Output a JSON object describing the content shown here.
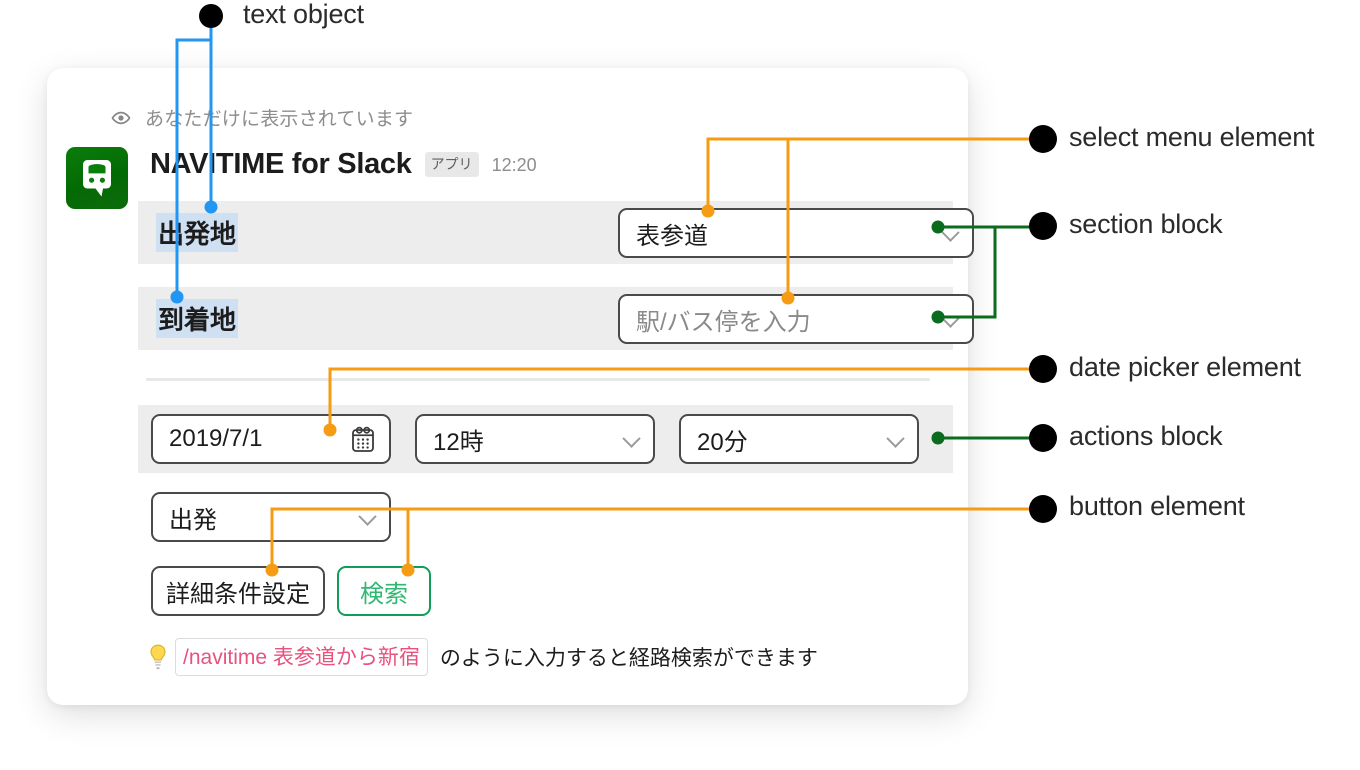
{
  "message": {
    "visibility_note": "あなただけに表示されています",
    "visibility_icon": "eye-icon",
    "app_icon": "navitime-train-app-icon",
    "app_title": "NAVITIME for Slack",
    "app_badge": "アプリ",
    "timestamp": "12:20"
  },
  "blocks": {
    "from_section": {
      "label": "出発地",
      "select_value": "表参道",
      "select_is_placeholder": false,
      "chevron_icon": "chevron-down-icon"
    },
    "to_section": {
      "label": "到着地",
      "select_value": "駅/バス停を入力",
      "select_is_placeholder": true,
      "chevron_icon": "chevron-down-icon"
    },
    "datetime_actions": {
      "date_value": "2019/7/1",
      "date_icon": "calendar-icon",
      "hour_value": "12時",
      "minute_value": "20分",
      "chevron_icon": "chevron-down-icon"
    },
    "mode_actions": {
      "mode_value": "出発",
      "chevron_icon": "chevron-down-icon",
      "detail_button": "詳細条件設定",
      "search_button": "検索",
      "search_button_color": "#0f9d58"
    },
    "hint": {
      "icon": "lightbulb-icon",
      "code": "/navitime 表参道から新宿",
      "code_color": "#e8527f",
      "text": "のように入力すると経路検索ができます"
    }
  },
  "annotations": {
    "colors": {
      "text_object": "#2196f3",
      "select_menu": "#f59b14",
      "section_block": "#0b6b1f",
      "date_picker": "#f59b14",
      "actions_block": "#0b6b1f",
      "button_element": "#f59b14",
      "dot": "#000000"
    },
    "items": [
      {
        "id": "text-object",
        "label": "text object"
      },
      {
        "id": "select-menu-element",
        "label": "select menu element"
      },
      {
        "id": "section-block",
        "label": "section block"
      },
      {
        "id": "date-picker-element",
        "label": "date picker element"
      },
      {
        "id": "actions-block",
        "label": "actions block"
      },
      {
        "id": "button-element",
        "label": "button element"
      }
    ]
  }
}
